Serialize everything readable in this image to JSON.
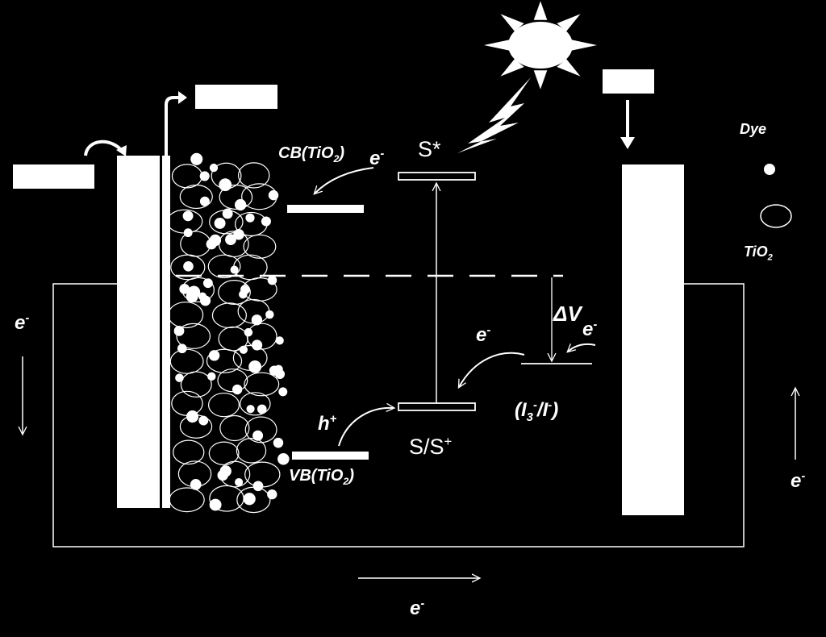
{
  "labels": {
    "cb": "CB(TiO",
    "vb": "VB(TiO",
    "sub2": "2",
    "close_paren": ")",
    "s_star": "S*",
    "s_ground": "S/S",
    "plus": "+",
    "h": "h",
    "e": "e",
    "minus": "-",
    "delta_v": "ΔV",
    "redox_open": "(I",
    "redox_sub": "3",
    "redox_mid": "/I",
    "redox_close": ")"
  },
  "legend": {
    "dye": "Dye",
    "tio2": "TiO",
    "tio2_sub": "2"
  },
  "colors": {
    "background": "#000000",
    "foreground": "#ffffff"
  }
}
